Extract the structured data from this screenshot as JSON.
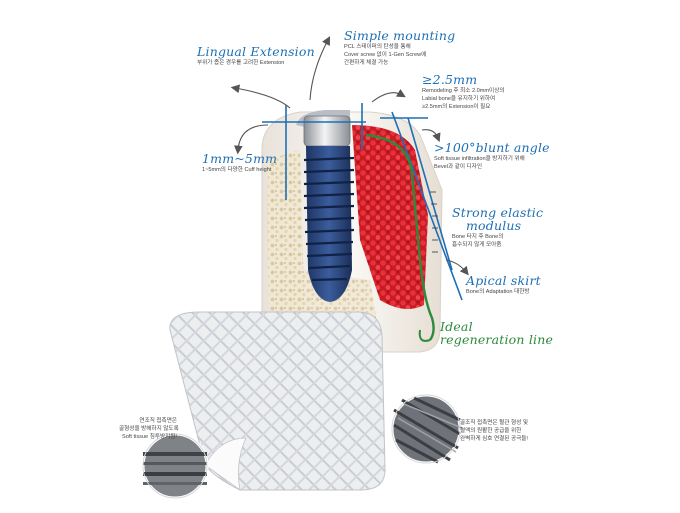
{
  "labels": {
    "lingual_extension": {
      "title": "Lingual Extension",
      "desc": [
        "부위가 좁은 경우를 고려한 Extension"
      ]
    },
    "simple_mounting": {
      "title": "Simple mounting",
      "desc": [
        "PCL 스테이퍼의 탄성을 통해",
        "Cover screw 없이 1-Gen Screw에",
        "간편하게 체결 가능"
      ]
    },
    "ext_2_5mm": {
      "title": "≥2.5mm",
      "desc": [
        "Remodeling 후 최소 2.0mm이상의",
        "Labial bone을 유지하기 위하여",
        "≥2.5mm의 Extension이 필요"
      ]
    },
    "cuff_1_5mm": {
      "title": "1mm~5mm",
      "desc": [
        "1~5mm의 다양한 Cuff height"
      ]
    },
    "blunt_angle": {
      "title": ">100°blunt angle",
      "desc": [
        "Soft tissue infiltration을 방지하기 위해",
        "Bevel과 같이 디자인"
      ]
    },
    "strong_elastic": {
      "title": "Strong elastic modulus",
      "title_line1": "Strong elastic",
      "title_line2": "modulus",
      "desc": [
        "Bone 타지 후 Bone의",
        "흡수되지 않게 모아줌"
      ]
    },
    "apical_skirt": {
      "title": "Apical skirt",
      "desc": [
        "Bone의 Adaptation 대한방"
      ]
    },
    "ideal_regeneration": {
      "title": "Ideal regeneration line",
      "title_line1": "Ideal",
      "title_line2": "regeneration line"
    },
    "soft_tissue_note": {
      "desc": [
        "연조직 접촉면은",
        "골형성을 방해하지 않도록",
        "Soft tissue 침투방지됨!"
      ]
    },
    "bone_contact_note": {
      "desc": [
        "골조직 접촉면은 혈관 형성 및",
        "혈액의 원활한 공급을 위한",
        "완벽하게 심호 연결된 공극들!"
      ]
    }
  },
  "colors": {
    "annotation_blue": "#1e6fb4",
    "regeneration_green": "#2c8a3b",
    "implant_blue": "#27477e",
    "graft_red": "#d8202a",
    "bone_beige": "#efe3c8"
  },
  "icons": [
    "soft-tissue-magnifier-icon",
    "bone-side-magnifier-icon"
  ]
}
